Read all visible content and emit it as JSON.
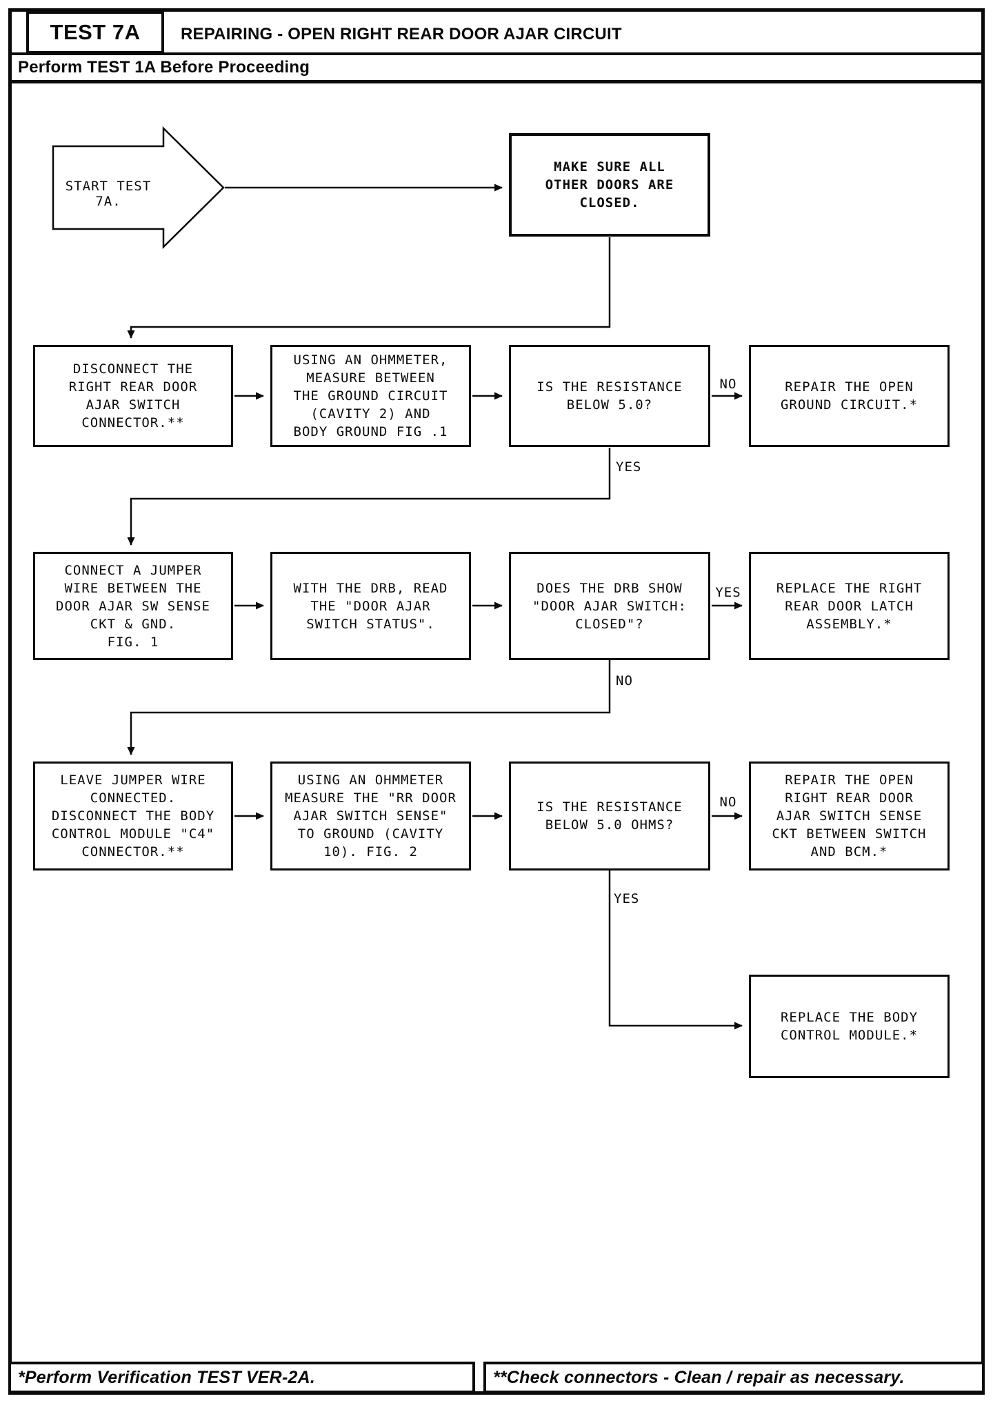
{
  "header": {
    "test_label": "TEST 7A",
    "title": "REPAIRING - OPEN RIGHT REAR DOOR AJAR CIRCUIT",
    "subtitle": "Perform TEST 1A Before Proceeding"
  },
  "flowchart": {
    "start": {
      "label": "START TEST 7A."
    },
    "nodes": {
      "make_sure": {
        "text": "MAKE SURE ALL\nOTHER DOORS ARE\nCLOSED."
      },
      "disconnect_switch": {
        "text": "DISCONNECT THE\nRIGHT REAR DOOR\nAJAR SWITCH\nCONNECTOR.**"
      },
      "ohmmeter_ground": {
        "text": "USING AN OHMMETER,\nMEASURE BETWEEN\nTHE GROUND CIRCUIT\n(CAVITY 2) AND\nBODY GROUND FIG .1"
      },
      "resistance_q1": {
        "text": "IS THE RESISTANCE\nBELOW 5.0?"
      },
      "repair_ground": {
        "text": "REPAIR THE OPEN\nGROUND CIRCUIT.*"
      },
      "connect_jumper": {
        "text": "CONNECT A JUMPER\nWIRE BETWEEN THE\nDOOR AJAR SW SENSE\nCKT & GND.\nFIG. 1"
      },
      "drb_read": {
        "text": "WITH THE DRB, READ\nTHE \"DOOR AJAR\nSWITCH STATUS\"."
      },
      "drb_q": {
        "text": "DOES THE DRB SHOW\n\"DOOR AJAR SWITCH:\nCLOSED\"?"
      },
      "replace_latch": {
        "text": "REPLACE THE RIGHT\nREAR DOOR LATCH\nASSEMBLY.*"
      },
      "leave_jumper": {
        "text": "LEAVE JUMPER WIRE\nCONNECTED.\nDISCONNECT THE BODY\nCONTROL MODULE \"C4\"\nCONNECTOR.**"
      },
      "ohmmeter_sense": {
        "text": "USING AN OHMMETER\nMEASURE THE \"RR DOOR\nAJAR SWITCH SENSE\"\nTO GROUND (CAVITY\n10). FIG. 2"
      },
      "resistance_q2": {
        "text": "IS THE RESISTANCE\nBELOW 5.0 OHMS?"
      },
      "repair_sense": {
        "text": "REPAIR THE OPEN\nRIGHT REAR DOOR\nAJAR SWITCH SENSE\nCKT BETWEEN SWITCH\nAND BCM.*"
      },
      "replace_bcm": {
        "text": "REPLACE THE BODY\nCONTROL MODULE.*"
      }
    },
    "edge_labels": {
      "r1_branch_no": "NO",
      "r1_down_yes": "YES",
      "r2_branch_yes": "YES",
      "r2_down_no": "NO",
      "r3_branch_no": "NO",
      "r3_down_yes": "YES"
    }
  },
  "footer": {
    "left_note": "*Perform Verification TEST VER-2A.",
    "right_note": "**Check connectors - Clean / repair as necessary."
  }
}
